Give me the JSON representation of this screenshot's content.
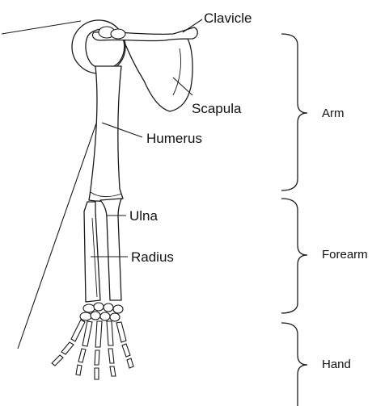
{
  "bone_labels": {
    "clavicle": "Clavicle",
    "scapula": "Scapula",
    "humerus": "Humerus",
    "ulna": "Ulna",
    "radius": "Radius"
  },
  "region_labels": {
    "arm": "Arm",
    "forearm": "Forearm",
    "hand": "Hand"
  }
}
